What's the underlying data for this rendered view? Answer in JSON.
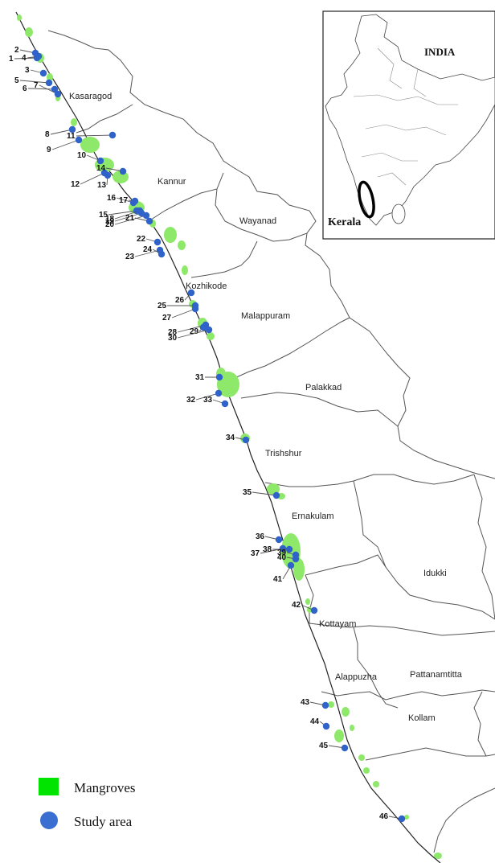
{
  "districts": [
    {
      "name": "Kasaragod"
    },
    {
      "name": "Kannur"
    },
    {
      "name": "Wayanad"
    },
    {
      "name": "Kozhikode"
    },
    {
      "name": "Malappuram"
    },
    {
      "name": "Palakkad"
    },
    {
      "name": "Trishshur"
    },
    {
      "name": "Ernakulam"
    },
    {
      "name": "Idukki"
    },
    {
      "name": "Kottayam"
    },
    {
      "name": "Alappuzha"
    },
    {
      "name": "Pattanamtitta"
    },
    {
      "name": "Kollam"
    }
  ],
  "inset": {
    "country_label": "INDIA",
    "state_label": "Kerala"
  },
  "legend": {
    "mangroves": {
      "label": "Mangroves",
      "color": "#00e400"
    },
    "study_area": {
      "label": "Study area",
      "color": "#3a6fd1"
    }
  },
  "colors": {
    "mangrove_patch": "#8ee86a",
    "study_dot": "#2f63c9",
    "boundary": "#555555",
    "coast": "#222222"
  },
  "study_sites": [
    "1",
    "2",
    "3",
    "4",
    "5",
    "6",
    "7",
    "8",
    "9",
    "10",
    "11",
    "12",
    "13",
    "14",
    "15",
    "16",
    "17",
    "18",
    "19",
    "20",
    "21",
    "22",
    "23",
    "24",
    "25",
    "26",
    "27",
    "28",
    "29",
    "30",
    "31",
    "32",
    "33",
    "34",
    "35",
    "36",
    "37",
    "38",
    "39",
    "40",
    "41",
    "42",
    "43",
    "44",
    "45",
    "46"
  ]
}
